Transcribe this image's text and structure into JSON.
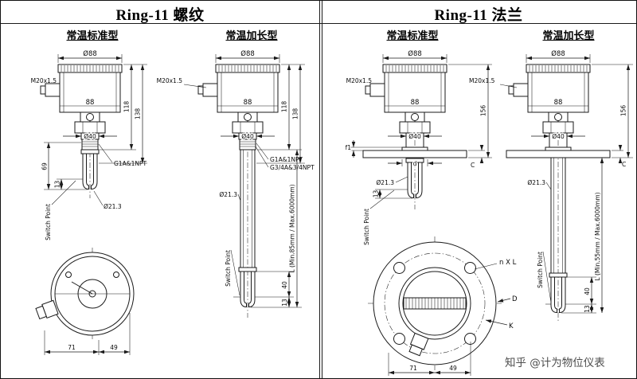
{
  "header": {
    "left_title": "Ring-11 螺纹",
    "right_title": "Ring-11 法兰",
    "col_standard": "常温标准型",
    "col_extended": "常温加长型"
  },
  "dims": {
    "dia88": "Ø88",
    "m20": "M20x1.5",
    "h88": "88",
    "h118": "118",
    "h138": "138",
    "h156": "156",
    "dia40": "Ø40",
    "g1": "G1A&1NPT",
    "g34": "G3/4A&3/4NPT",
    "dia213": "Ø21.3",
    "n13": "13",
    "n40": "40",
    "n69": "69",
    "n71": "71",
    "n49": "49",
    "switch_point": "Switch Point",
    "L_thread": "L (Min.85mm / Max.6000mm)",
    "L_flange": "L (Min.55mm / Max.6000mm)",
    "f1": "f1",
    "d": "d",
    "C": "C",
    "nxl": "n X L",
    "D": "D",
    "K": "K"
  },
  "watermark": "知乎 @计为物位仪表",
  "colors": {
    "ink": "#1a1a1a",
    "paper": "#ffffff",
    "watermark": "#4d4d4d"
  }
}
